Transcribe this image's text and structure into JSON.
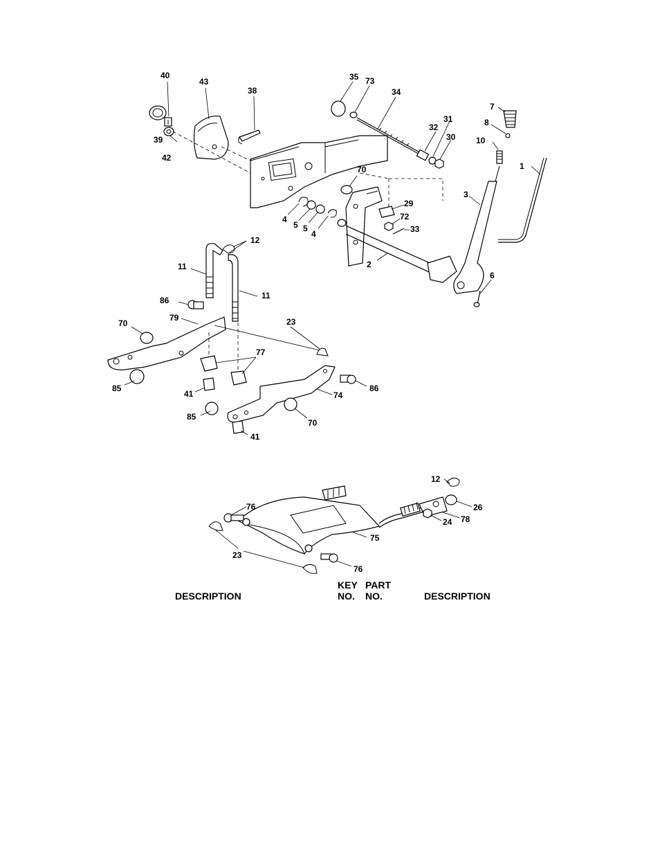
{
  "callouts": {
    "c40": "40",
    "c43": "43",
    "c38": "38",
    "c39": "39",
    "c42": "42",
    "c35": "35",
    "c73": "73",
    "c34": "34",
    "c31": "31",
    "c32": "32",
    "c30": "30",
    "c7": "7",
    "c8": "8",
    "c10": "10",
    "c1": "1",
    "c3": "3",
    "c70a": "70",
    "c29": "29",
    "c72": "72",
    "c33": "33",
    "c4a": "4",
    "c5a": "5",
    "c5b": "5",
    "c4b": "4",
    "c2": "2",
    "c6": "6",
    "c12a": "12",
    "c11a": "11",
    "c11b": "11",
    "c86a": "86",
    "c79": "79",
    "c23a": "23",
    "c70b": "70",
    "c77": "77",
    "c85a": "85",
    "c41a": "41",
    "c86b": "86",
    "c74": "74",
    "c85b": "85",
    "c70c": "70",
    "c41b": "41",
    "c12b": "12",
    "c76a": "76",
    "c26": "26",
    "c24": "24",
    "c78": "78",
    "c75": "75",
    "c23b": "23",
    "c76b": "76"
  },
  "table_header": {
    "left_description": "DESCRIPTION",
    "key": "KEY",
    "part": "PART",
    "key_no": "NO.",
    "part_no": "NO.",
    "right_description": "DESCRIPTION"
  }
}
